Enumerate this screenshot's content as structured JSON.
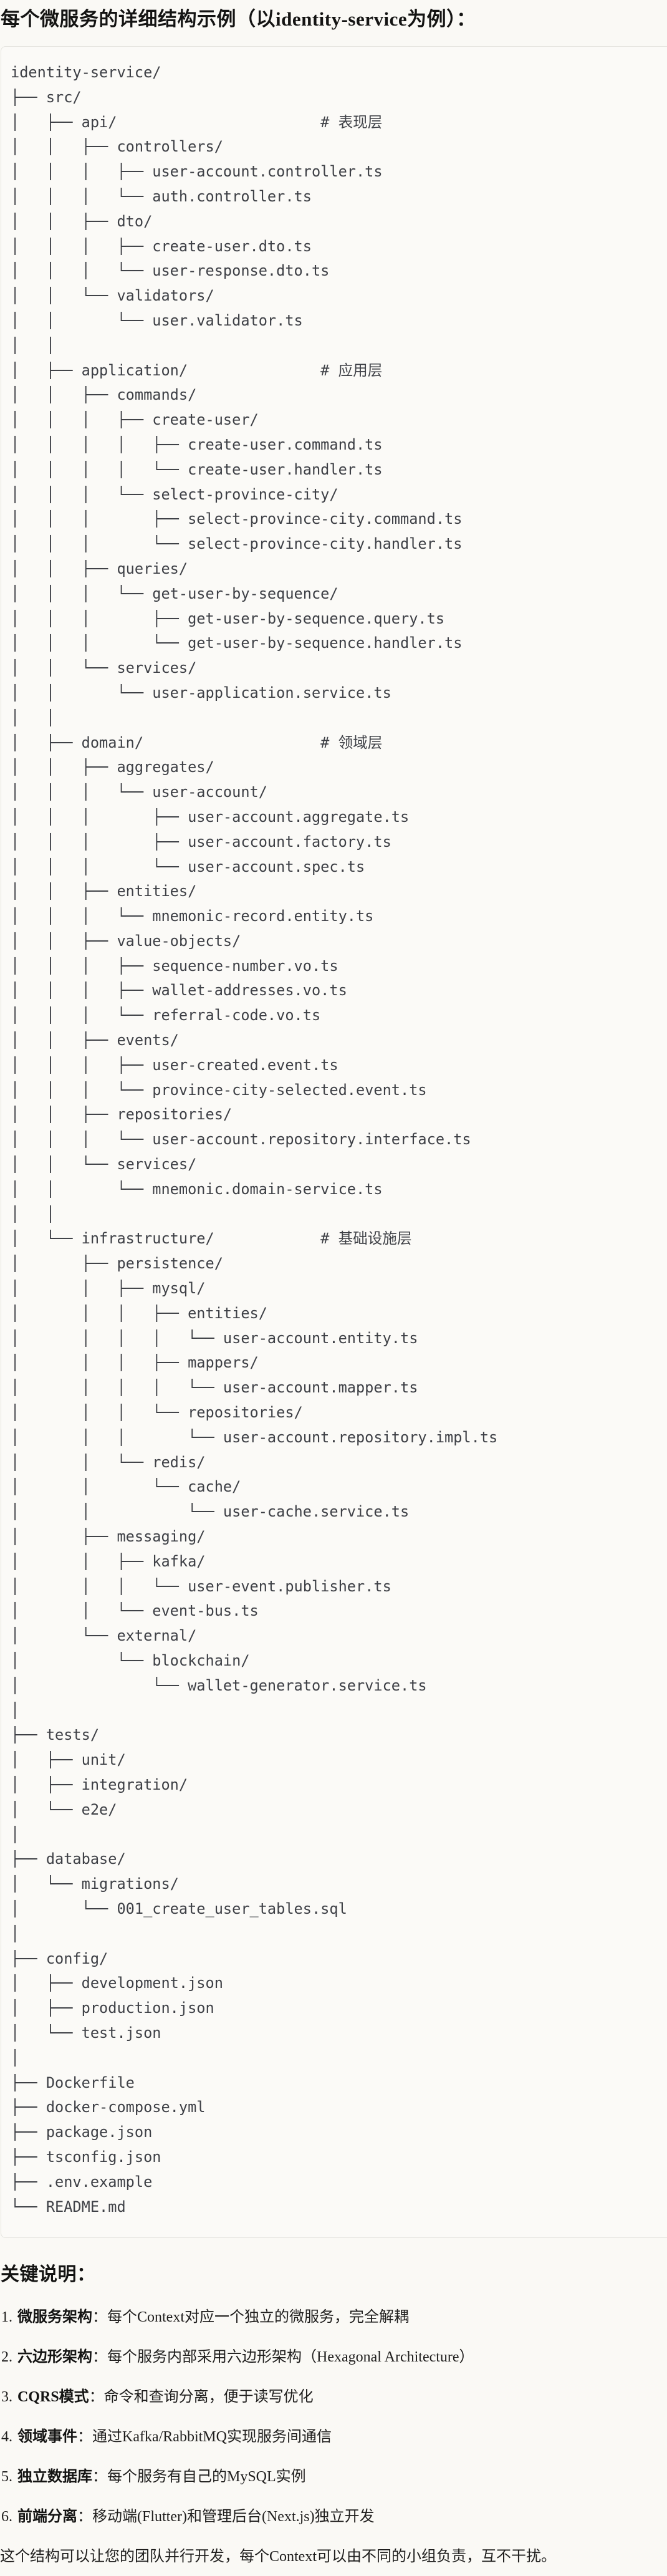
{
  "page": {
    "title": "每个微服务的详细结构示例（以identity-service为例）：",
    "colors": {
      "page_bg": "#FAF9F5",
      "code_box_bg": "#FBFAF7",
      "code_box_border": "#E5E4DF",
      "tree_text": "#3E4046",
      "heading_text": "#141413",
      "body_text": "#1F1E1D"
    }
  },
  "tree": {
    "root": "identity-service/",
    "layer_comments": [
      "# 表现层",
      "# 应用层",
      "# 领域层",
      "# 基础设施层"
    ],
    "lines": [
      "identity-service/",
      "├── src/",
      "│   ├── api/                       # 表现层",
      "│   │   ├── controllers/",
      "│   │   │   ├── user-account.controller.ts",
      "│   │   │   └── auth.controller.ts",
      "│   │   ├── dto/",
      "│   │   │   ├── create-user.dto.ts",
      "│   │   │   └── user-response.dto.ts",
      "│   │   └── validators/",
      "│   │       └── user.validator.ts",
      "│   │",
      "│   ├── application/               # 应用层",
      "│   │   ├── commands/",
      "│   │   │   ├── create-user/",
      "│   │   │   │   ├── create-user.command.ts",
      "│   │   │   │   └── create-user.handler.ts",
      "│   │   │   └── select-province-city/",
      "│   │   │       ├── select-province-city.command.ts",
      "│   │   │       └── select-province-city.handler.ts",
      "│   │   ├── queries/",
      "│   │   │   └── get-user-by-sequence/",
      "│   │   │       ├── get-user-by-sequence.query.ts",
      "│   │   │       └── get-user-by-sequence.handler.ts",
      "│   │   └── services/",
      "│   │       └── user-application.service.ts",
      "│   │",
      "│   ├── domain/                    # 领域层",
      "│   │   ├── aggregates/",
      "│   │   │   └── user-account/",
      "│   │   │       ├── user-account.aggregate.ts",
      "│   │   │       ├── user-account.factory.ts",
      "│   │   │       └── user-account.spec.ts",
      "│   │   ├── entities/",
      "│   │   │   └── mnemonic-record.entity.ts",
      "│   │   ├── value-objects/",
      "│   │   │   ├── sequence-number.vo.ts",
      "│   │   │   ├── wallet-addresses.vo.ts",
      "│   │   │   └── referral-code.vo.ts",
      "│   │   ├── events/",
      "│   │   │   ├── user-created.event.ts",
      "│   │   │   └── province-city-selected.event.ts",
      "│   │   ├── repositories/",
      "│   │   │   └── user-account.repository.interface.ts",
      "│   │   └── services/",
      "│   │       └── mnemonic.domain-service.ts",
      "│   │",
      "│   └── infrastructure/            # 基础设施层",
      "│       ├── persistence/",
      "│       │   ├── mysql/",
      "│       │   │   ├── entities/",
      "│       │   │   │   └── user-account.entity.ts",
      "│       │   │   ├── mappers/",
      "│       │   │   │   └── user-account.mapper.ts",
      "│       │   │   └── repositories/",
      "│       │   │       └── user-account.repository.impl.ts",
      "│       │   └── redis/",
      "│       │       └── cache/",
      "│       │           └── user-cache.service.ts",
      "│       ├── messaging/",
      "│       │   ├── kafka/",
      "│       │   │   └── user-event.publisher.ts",
      "│       │   └── event-bus.ts",
      "│       └── external/",
      "│           └── blockchain/",
      "│               └── wallet-generator.service.ts",
      "│",
      "├── tests/",
      "│   ├── unit/",
      "│   ├── integration/",
      "│   └── e2e/",
      "│",
      "├── database/",
      "│   └── migrations/",
      "│       └── 001_create_user_tables.sql",
      "│",
      "├── config/",
      "│   ├── development.json",
      "│   ├── production.json",
      "│   └── test.json",
      "│",
      "├── Dockerfile",
      "├── docker-compose.yml",
      "├── package.json",
      "├── tsconfig.json",
      "├── .env.example",
      "└── README.md"
    ]
  },
  "notes": {
    "heading": "关键说明：",
    "items": [
      {
        "num": "1.",
        "label": "微服务架构",
        "text": "：每个Context对应一个独立的微服务，完全解耦"
      },
      {
        "num": "2.",
        "label": "六边形架构",
        "text": "：每个服务内部采用六边形架构（Hexagonal Architecture）"
      },
      {
        "num": "3.",
        "label": "CQRS模式",
        "text": "：命令和查询分离，便于读写优化"
      },
      {
        "num": "4.",
        "label": "领域事件",
        "text": "：通过Kafka/RabbitMQ实现服务间通信"
      },
      {
        "num": "5.",
        "label": "独立数据库",
        "text": "：每个服务有自己的MySQL实例"
      },
      {
        "num": "6.",
        "label": "前端分离",
        "text": "：移动端(Flutter)和管理后台(Next.js)独立开发"
      }
    ],
    "closing": "这个结构可以让您的团队并行开发，每个Context可以由不同的小组负责，互不干扰。"
  }
}
